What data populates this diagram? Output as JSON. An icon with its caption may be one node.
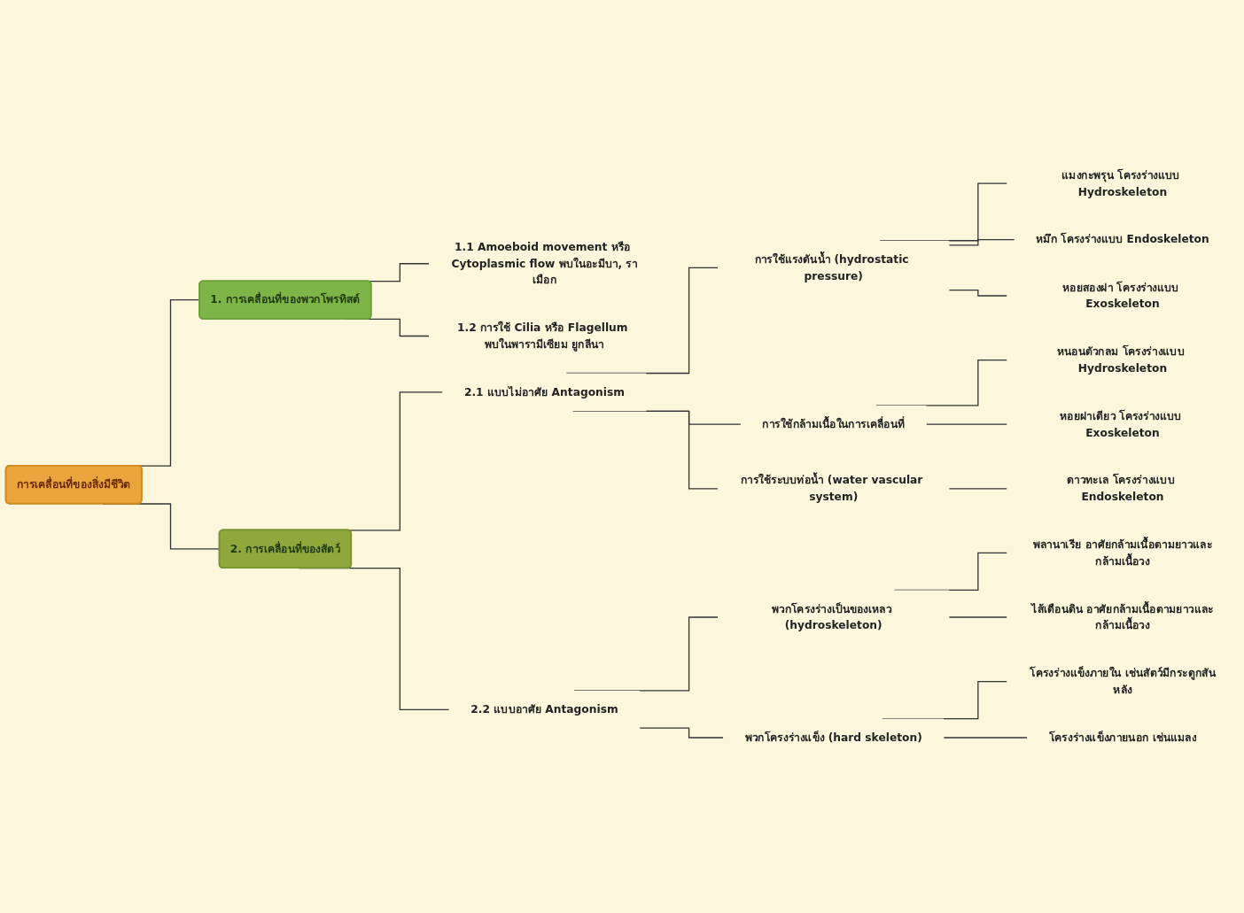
{
  "diagram": {
    "nodes": [
      {
        "text": [
          "การเคลื่อนที่ของสิ่งมีชีวิต"
        ]
      },
      {
        "text": [
          "1. การเคลื่อนที่ของพวกโพรทิสต์"
        ]
      },
      {
        "text": [
          "1.1 Amoeboid movement หรือ Cytoplasmic flow พบในอะมีบา, ราเมือก"
        ]
      },
      {
        "text": [
          "1.2 การใช้ Cilia หรือ Flagellum พบในพารามีเซียม ยูกลีนา"
        ]
      },
      {
        "text": [
          "2. การเคลื่อนที่ของสัตว์"
        ]
      },
      {
        "text": [
          "2.1 แบบไม่อาศัย Antagonism"
        ]
      },
      {
        "text": [
          "การใช้แรงดันน้ำ (hydrostatic pressure)"
        ]
      },
      {
        "text": [
          "แมงกะพรุน โครงร่างแบบ Hydroskeleton"
        ]
      },
      {
        "text": [
          "หมึก โครงร่างแบบ Endoskeleton"
        ]
      },
      {
        "text": [
          "หอยสองฝา โครงร่างแบบ Exoskeleton"
        ]
      },
      {
        "text": [
          "การใช้กล้ามเนื้อในการเคลื่อนที่"
        ]
      },
      {
        "text": [
          "หนอนตัวกลม โครงร่างแบบ Hydroskeleton"
        ]
      },
      {
        "text": [
          "หอยฝาเดียว โครงร่างแบบ Exoskeleton"
        ]
      },
      {
        "text": [
          "การใช้ระบบท่อน้ำ (water vascular system)"
        ]
      },
      {
        "text": [
          "ดาวทะเล โครงร่างแบบ Endoskeleton"
        ]
      },
      {
        "text": [
          "2.2 แบบอาศัย Antagonism"
        ]
      },
      {
        "text": [
          "พวกโครงร่างเป็นของเหลว (hydroskeleton)"
        ]
      },
      {
        "text": [
          "พลานาเรีย อาศัยกล้ามเนื้อตามยาวและกล้ามเนื้อวง"
        ]
      },
      {
        "text": [
          "ไส้เดือนดิน อาศัยกล้ามเนื้อตามยาวและกล้ามเนื้อวง"
        ]
      },
      {
        "text": [
          "พวกโครงร่างแข็ง (hard skeleton)"
        ]
      },
      {
        "text": [
          "โครงร่างแข็งภายใน เช่นสัตว์มีกระดูกสันหลัง"
        ]
      },
      {
        "text": [
          "โครงร่างแข็งภายนอก เช่นแมลง"
        ]
      }
    ],
    "edges": [
      {
        "from": 0,
        "to": 1,
        "arrow": "none"
      },
      {
        "from": 0,
        "to": 4,
        "arrow": "none"
      },
      {
        "from": 1,
        "to": 2,
        "arrow": "none"
      },
      {
        "from": 1,
        "to": 3,
        "arrow": "none"
      },
      {
        "from": 4,
        "to": 5,
        "arrow": "none"
      },
      {
        "from": 4,
        "to": 15,
        "arrow": "none"
      },
      {
        "from": 5,
        "to": 6,
        "arrow": "none"
      },
      {
        "from": 5,
        "to": 10,
        "arrow": "none"
      },
      {
        "from": 5,
        "to": 13,
        "arrow": "none"
      },
      {
        "from": 6,
        "to": 7,
        "arrow": "none"
      },
      {
        "from": 6,
        "to": 8,
        "arrow": "none"
      },
      {
        "from": 6,
        "to": 9,
        "arrow": "none"
      },
      {
        "from": 10,
        "to": 11,
        "arrow": "none"
      },
      {
        "from": 10,
        "to": 12,
        "arrow": "none"
      },
      {
        "from": 13,
        "to": 14,
        "arrow": "none"
      },
      {
        "from": 15,
        "to": 16,
        "arrow": "none"
      },
      {
        "from": 15,
        "to": 19,
        "arrow": "none"
      },
      {
        "from": 16,
        "to": 17,
        "arrow": "none"
      },
      {
        "from": 16,
        "to": 18,
        "arrow": "none"
      },
      {
        "from": 19,
        "to": 20,
        "arrow": "none"
      },
      {
        "from": 19,
        "to": 21,
        "arrow": "none"
      }
    ]
  }
}
